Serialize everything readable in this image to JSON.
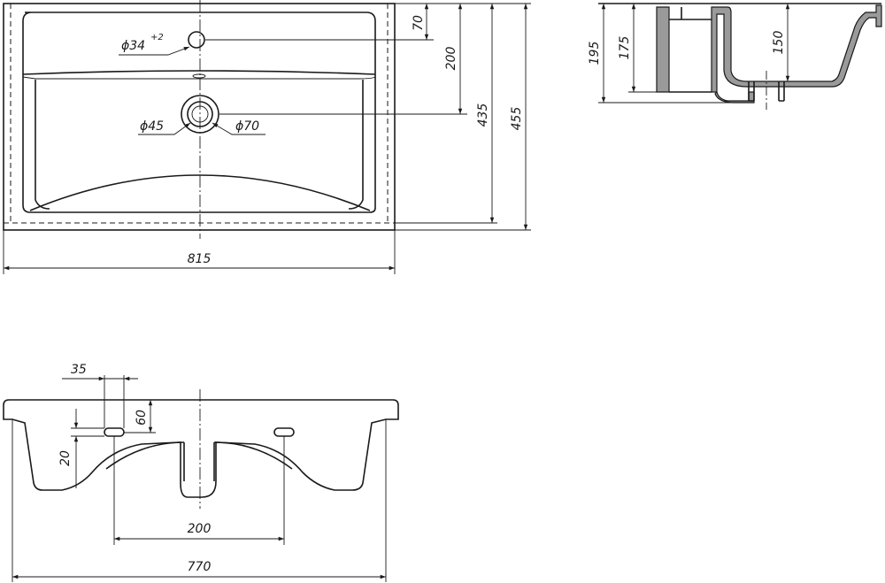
{
  "dimensions": {
    "top_width": "815",
    "hole_offset": "70",
    "drain_offset": "200",
    "inner_depth": "435",
    "outer_depth": "455",
    "tap_hole_diameter": "ϕ34",
    "tap_hole_tolerance": "+2",
    "drain_inner_diameter": "ϕ45",
    "drain_outer_diameter": "ϕ70",
    "side_height_total": "195",
    "side_height_body": "175",
    "side_height_bowl": "150",
    "front_width": "770",
    "overflow_spacing": "200",
    "overflow_offset_x": "35",
    "overflow_offset_y": "60",
    "overflow_height": "20"
  }
}
